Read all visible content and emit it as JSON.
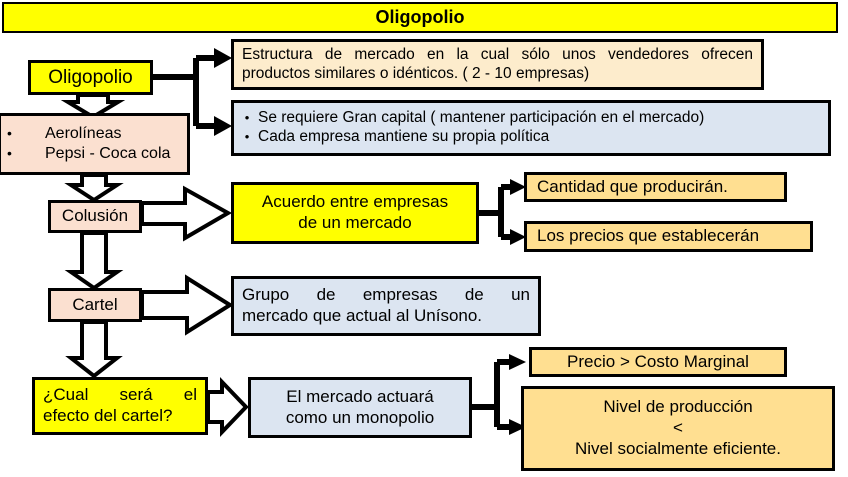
{
  "title": {
    "text": "Oligopolio"
  },
  "nodes": {
    "oligopolio": {
      "label": "Oligopolio"
    },
    "ejemplos": {
      "bullet": "•",
      "items": [
        "Aerolíneas",
        "Pepsi - Coca cola"
      ]
    },
    "colusion": {
      "label": "Colusión"
    },
    "cartel": {
      "label": "Cartel"
    },
    "pregunta": {
      "line1": "¿Cual será el",
      "line2": "efecto del cartel?"
    },
    "estructura": {
      "line1": "Estructura de mercado en la cual sólo unos vendedores ofrecen",
      "line2": "productos similares o idénticos. ( 2 - 10 empresas)"
    },
    "requisitos": {
      "bullet": "•",
      "items": [
        "Se requiere Gran capital ( mantener participación en el mercado)",
        "Cada empresa mantiene su propia política"
      ]
    },
    "acuerdo": {
      "line1": "Acuerdo entre empresas",
      "line2": "de un mercado"
    },
    "grupo": {
      "line1": "Grupo de empresas de un",
      "line2": "mercado que actual al Unísono."
    },
    "mercado_monopolio": {
      "line1": "El mercado actuará",
      "line2": "como un monopolio"
    },
    "cantidad": {
      "label": "Cantidad que producirán."
    },
    "precios": {
      "label": "Los precios que establecerán"
    },
    "precio_cm": {
      "label": "Precio > Costo Marginal"
    },
    "nivel": {
      "line1": "Nivel de producción",
      "line2": "<",
      "line3": "Nivel socialmente eficiente."
    }
  },
  "colors": {
    "yellow": "#ffff00",
    "peach": "#fbe0d0",
    "cream": "#fdeccc",
    "blue": "#dce5f1",
    "gold": "#ffdf91",
    "outline": "#000000",
    "background": "#ffffff"
  }
}
